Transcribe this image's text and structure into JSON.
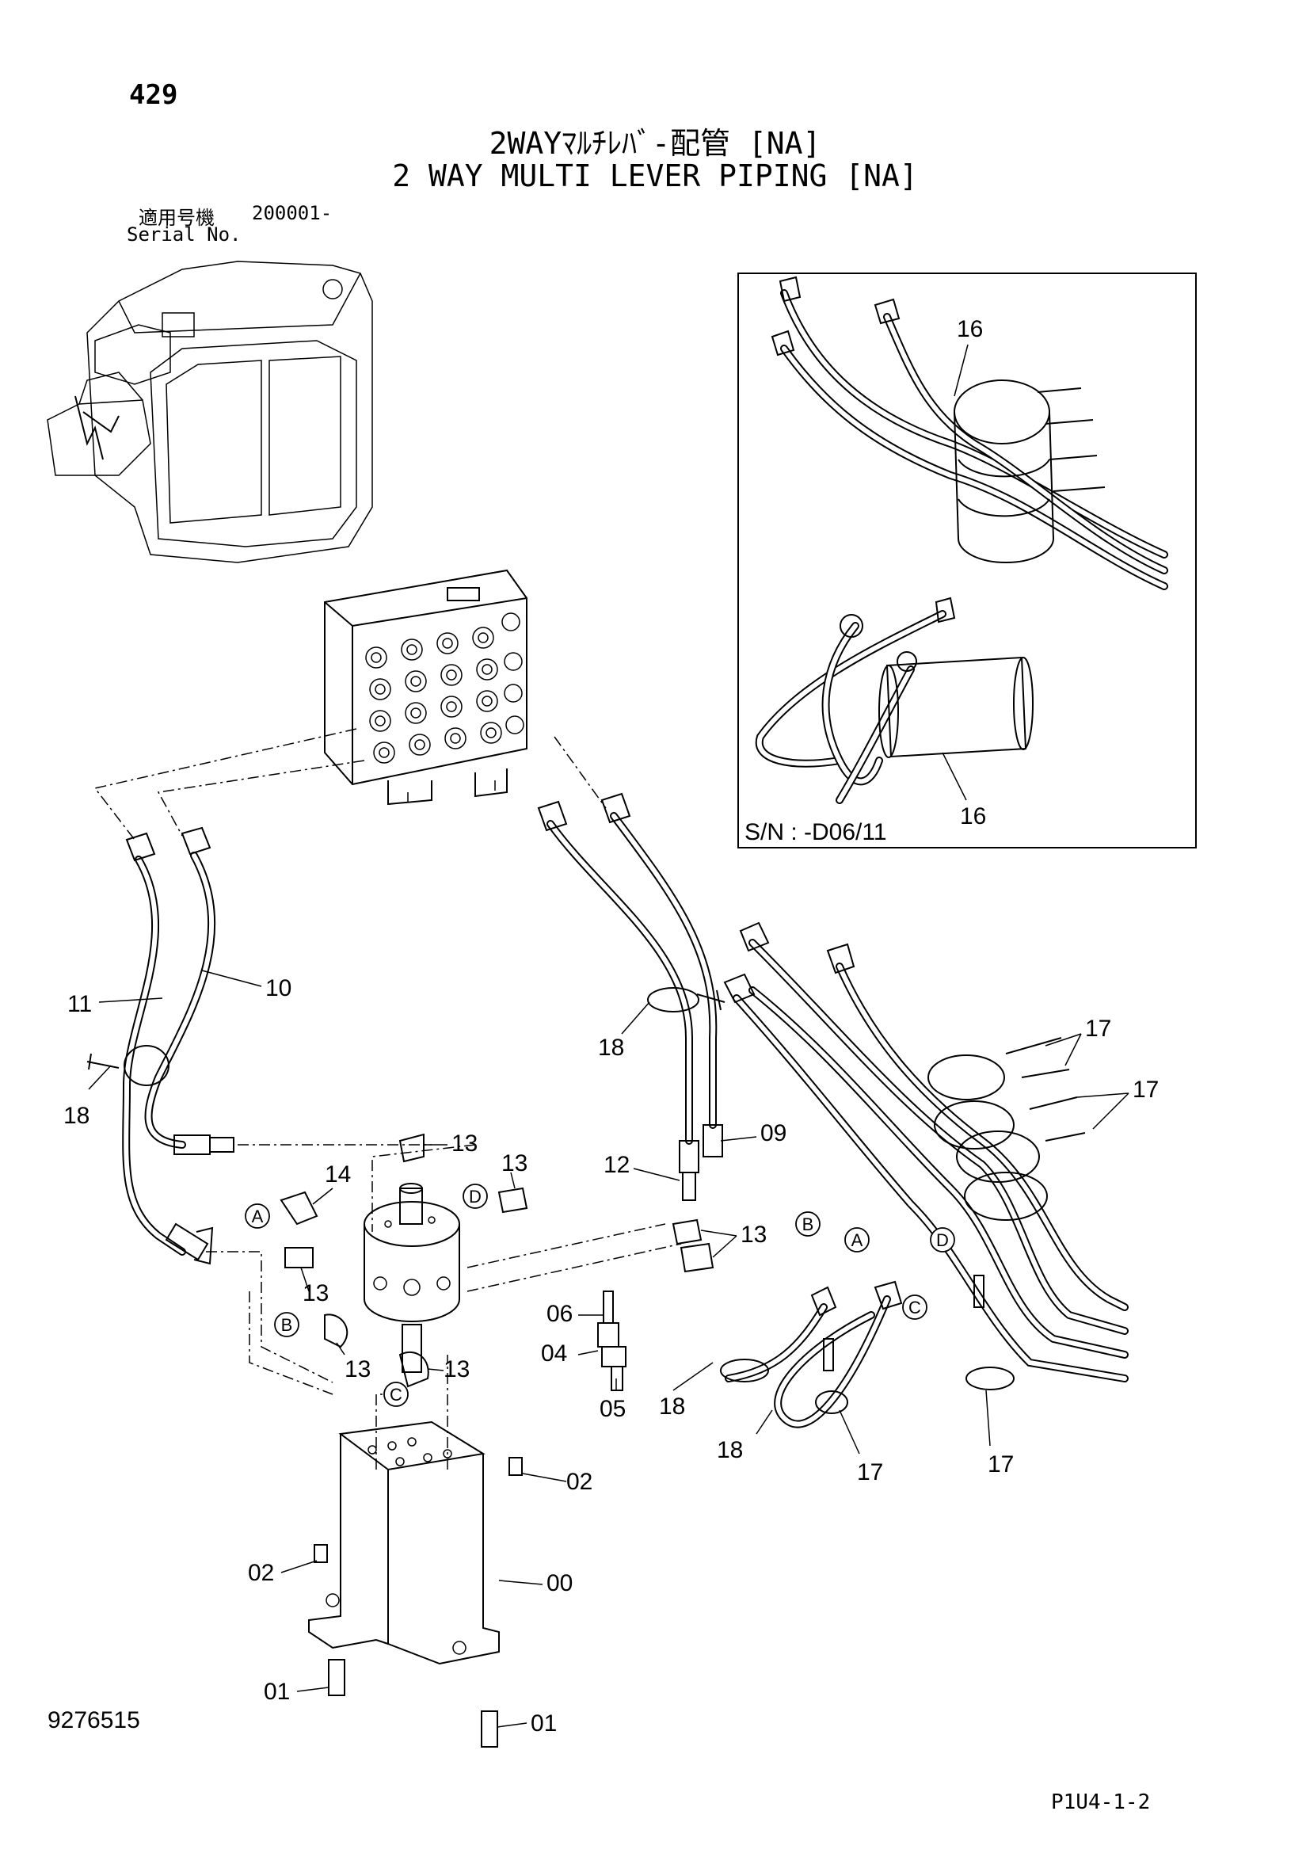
{
  "header": {
    "page_number": "429",
    "title_jp": "2WAYﾏﾙﾁﾚﾊﾞ-配管 [NA]",
    "title_en": "2 WAY MULTI LEVER PIPING [NA]",
    "serial_label_jp": "適用号機",
    "serial_value": "200001-",
    "serial_label_en": "Serial No."
  },
  "inset": {
    "serial_note": "S/N : -D06/11",
    "labels": [
      "16",
      "16"
    ]
  },
  "callouts": {
    "c10": "10",
    "c11": "11",
    "c18a": "18",
    "c18b": "18",
    "c09": "09",
    "c12": "12",
    "c13a": "13",
    "c14": "14",
    "c13b": "13",
    "c13c": "13",
    "c13d": "13",
    "c13e": "13",
    "c13f": "13",
    "c06": "06",
    "c04": "04",
    "c05": "05",
    "c17a": "17",
    "c17b": "17",
    "c17c": "17",
    "c17d": "17",
    "c18c": "18",
    "c18d": "18",
    "c02a": "02",
    "c02b": "02",
    "c00": "00",
    "c01a": "01",
    "c01b": "01"
  },
  "port_markers": {
    "a1": "A",
    "b1": "B",
    "c1": "C",
    "d1": "D",
    "a2": "A",
    "b2": "B",
    "c2": "C",
    "d2": "D"
  },
  "footer": {
    "doc_code": "9276515",
    "page_code": "P1U4-1-2"
  }
}
